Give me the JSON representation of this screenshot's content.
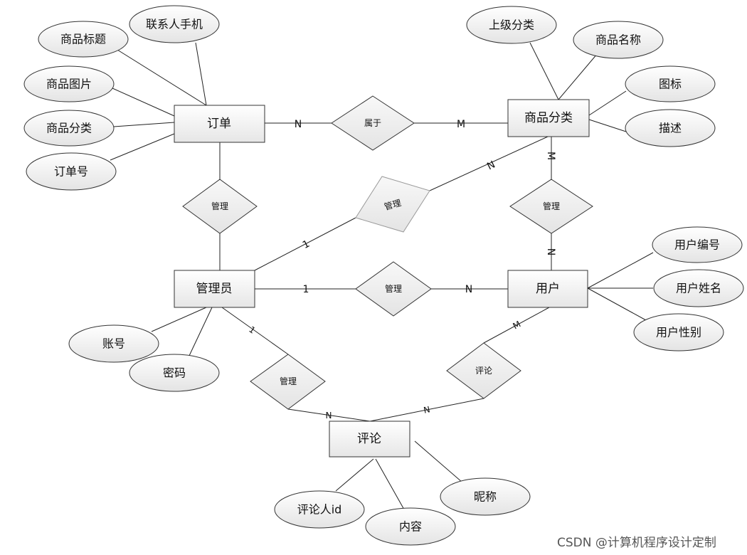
{
  "entities": {
    "order": "订单",
    "category": "商品分类",
    "admin": "管理员",
    "user": "用户",
    "comment": "评论"
  },
  "attributes": {
    "order_title": "商品标题",
    "order_contact_phone": "联系人手机",
    "order_image": "商品图片",
    "order_category": "商品分类",
    "order_number": "订单号",
    "category_parent": "上级分类",
    "category_name": "商品名称",
    "category_icon": "图标",
    "category_desc": "描述",
    "admin_account": "账号",
    "admin_password": "密码",
    "user_number": "用户编号",
    "user_name": "用户姓名",
    "user_gender": "用户性别",
    "comment_author_id": "评论人id",
    "comment_content": "内容",
    "comment_nickname": "昵称"
  },
  "relationships": {
    "belongs_to": "属于",
    "manage_order": "管理",
    "manage_category": "管理",
    "manage_user_category": "管理",
    "manage_user": "管理",
    "manage_comment": "管理",
    "user_comment": "评论"
  },
  "cardinalities": {
    "order_belongs": "N",
    "category_belongs": "M",
    "admin_category_admin": "1",
    "admin_category_cat": "N",
    "cat_user_cat": "M",
    "cat_user_user": "N",
    "admin_user_admin": "1",
    "admin_user_user": "N",
    "admin_comment_admin": "1",
    "admin_comment_comment": "N",
    "user_comment_user": "M",
    "user_comment_comment": "N"
  },
  "watermark": "CSDN @计算机程序设计定制"
}
